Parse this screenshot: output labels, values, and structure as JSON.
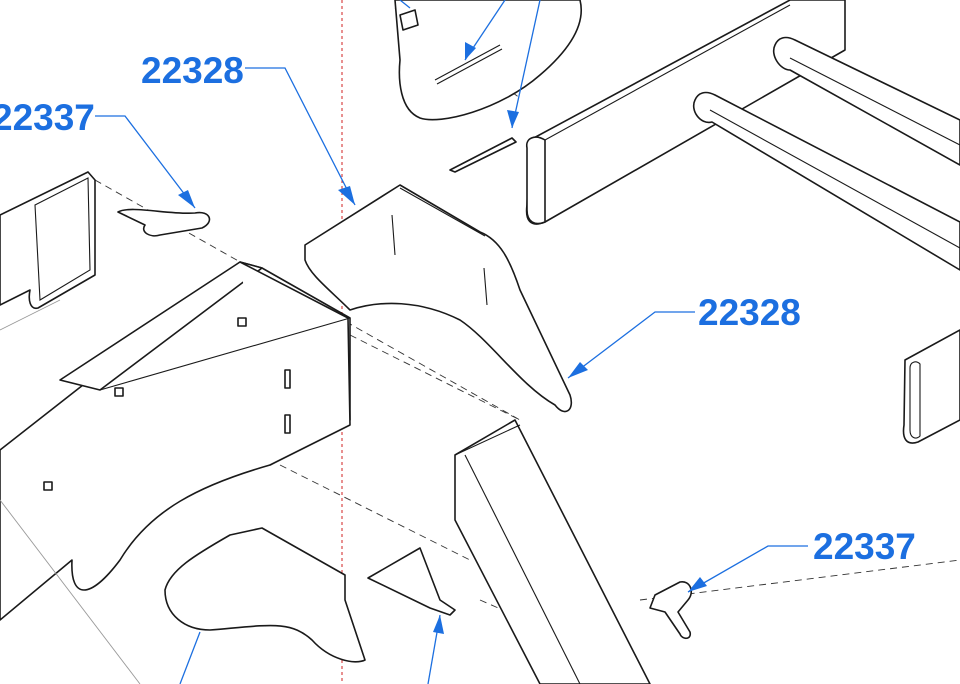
{
  "colors": {
    "callout": "#1c6fe0",
    "linework": "#1a1a1a",
    "centerline": "#d02020",
    "background": "#ffffff"
  },
  "callouts": [
    {
      "id": "top-left",
      "label": "22328"
    },
    {
      "id": "left-edge",
      "label": "22337"
    },
    {
      "id": "right-middle",
      "label": "22328"
    },
    {
      "id": "bottom-right",
      "label": "22337"
    }
  ]
}
